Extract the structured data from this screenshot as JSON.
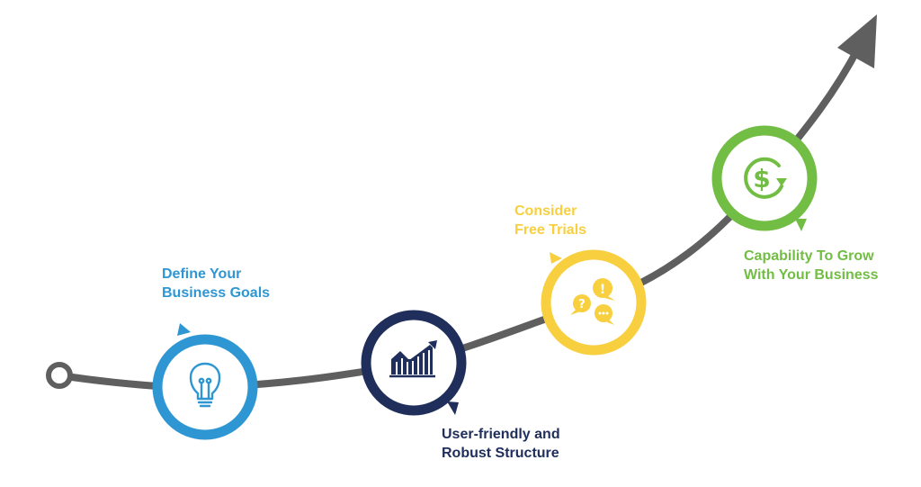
{
  "colors": {
    "path": "#5f5f5f",
    "step1": "#2e96d3",
    "step2": "#1f2e5a",
    "step3": "#f8cf3f",
    "step4": "#72bd44"
  },
  "steps": [
    {
      "line1": "Define Your",
      "line2": "Business Goals",
      "icon": "lightbulb-icon",
      "color": "#2e96d3"
    },
    {
      "line1": "User-friendly and",
      "line2": "Robust Structure",
      "icon": "bar-chart-growth-icon",
      "color": "#1f2e5a"
    },
    {
      "line1": "Consider",
      "line2": "Free Trials",
      "icon": "speech-bubbles-icon",
      "color": "#f8cf3f"
    },
    {
      "line1": "Capability To Grow",
      "line2": "With Your Business",
      "icon": "dollar-cycle-icon",
      "color": "#72bd44"
    }
  ]
}
